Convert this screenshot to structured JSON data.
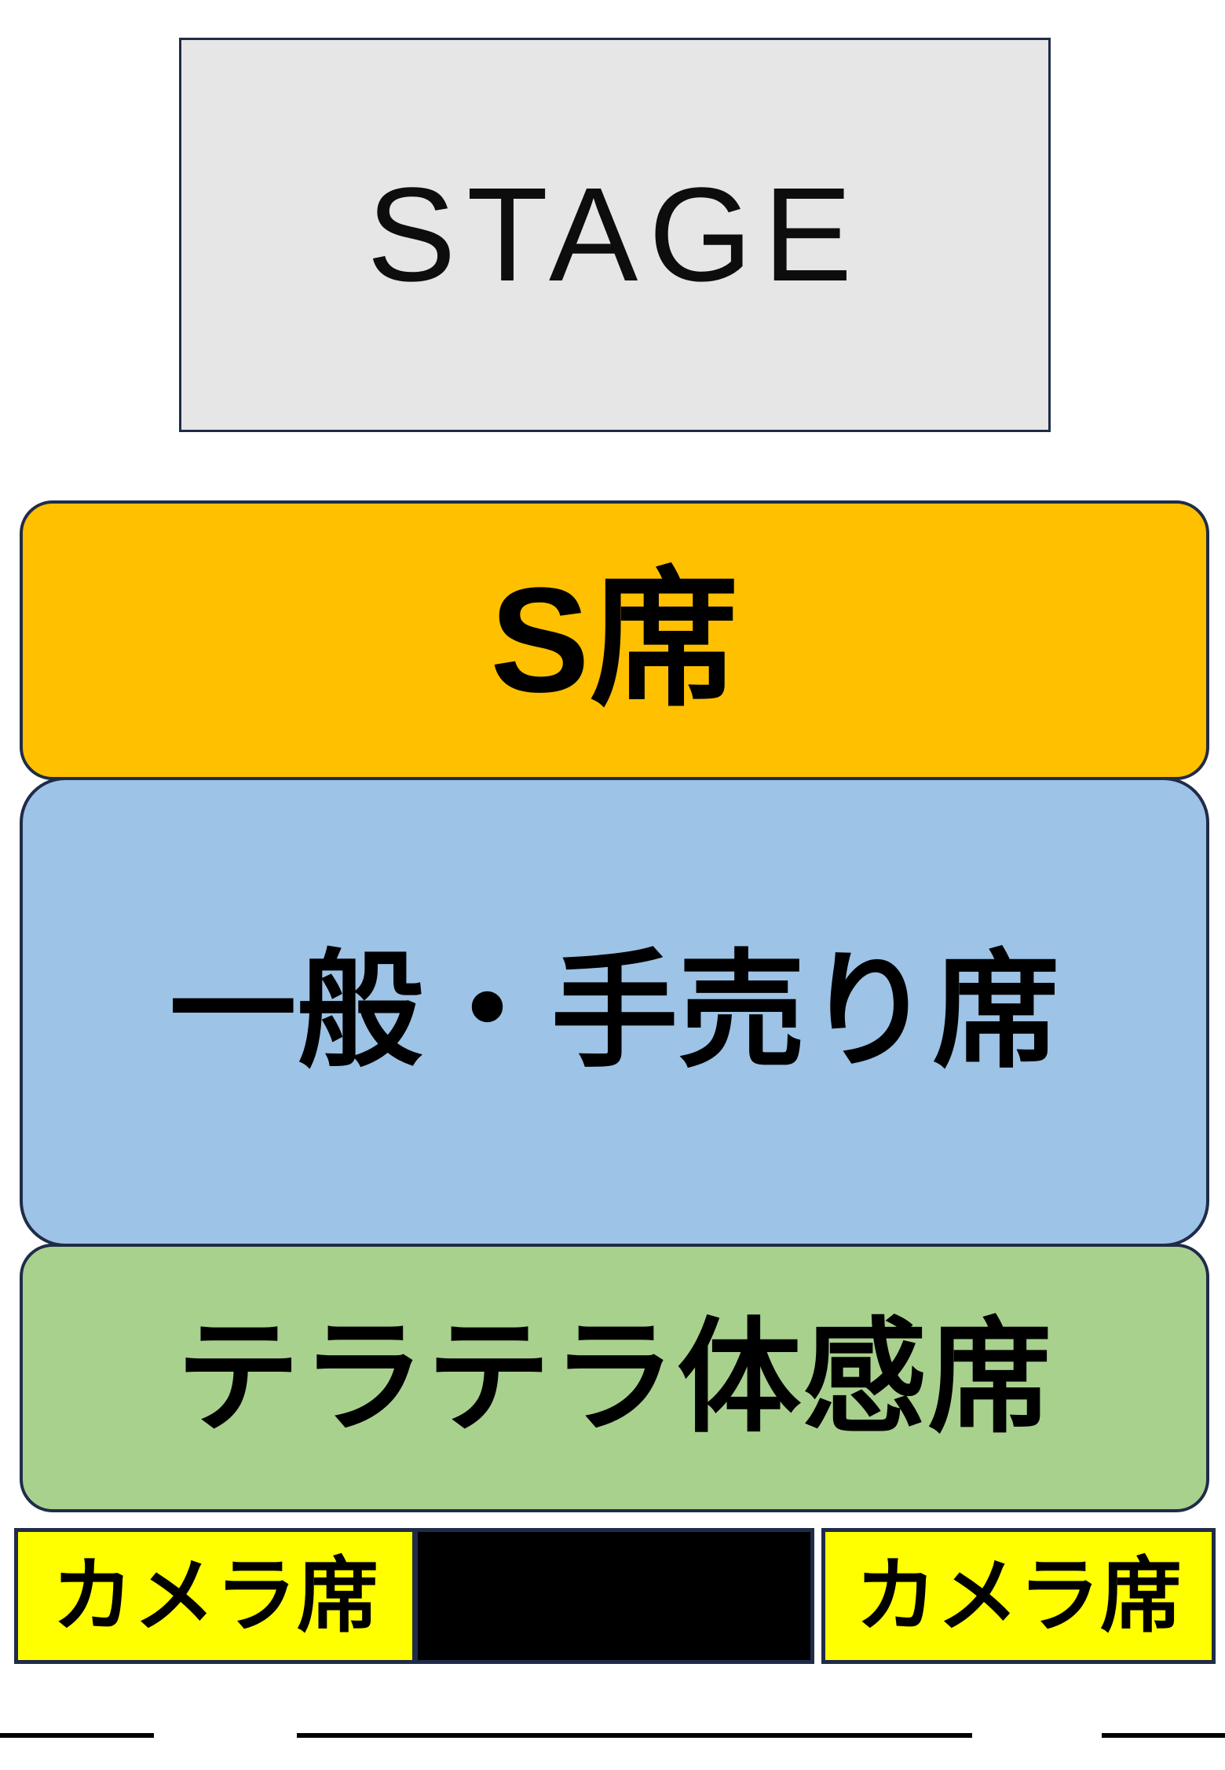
{
  "stage": {
    "label": "STAGE",
    "fill": "#e7e6e6"
  },
  "sections": [
    {
      "name": "s-seat",
      "label": "S席",
      "fill": "#ffc000"
    },
    {
      "name": "general-hand-sold",
      "label": "一般・手売り席",
      "fill": "#9dc3e6"
    },
    {
      "name": "terra-terra-taikan",
      "label": "テラテラ体感席",
      "fill": "#a9d18e"
    }
  ],
  "camera_row": {
    "left": {
      "label": "カメラ席",
      "fill": "#ffff00"
    },
    "center_block_fill": "#000000",
    "right": {
      "label": "カメラ席",
      "fill": "#ffff00"
    }
  },
  "colors": {
    "outline": "#1f2c48",
    "text": "#000000",
    "background": "#ffffff"
  }
}
